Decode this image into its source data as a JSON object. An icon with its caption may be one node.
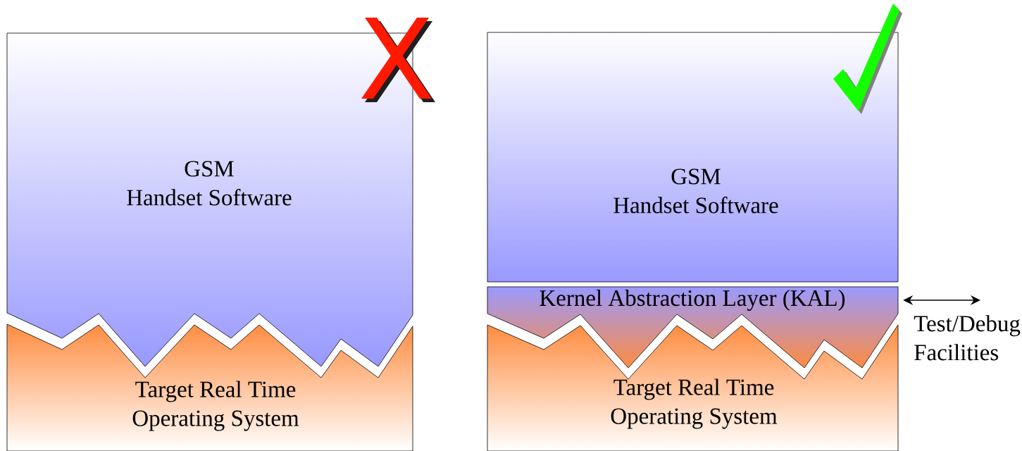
{
  "diagram": {
    "nodes": [
      {
        "text": [
          "GSM Handset Software"
        ]
      },
      {
        "text": [
          "Target Real Time Operating System"
        ]
      },
      {
        "text": [
          "GSM Handset Software"
        ]
      },
      {
        "text": [
          "Kernel Abstraction Layer (KAL)"
        ]
      },
      {
        "text": [
          "Target Real Time Operating System"
        ]
      },
      {
        "text": [
          "Test/Debug Facilities"
        ]
      }
    ],
    "edges": [
      {
        "from": 3,
        "to": 5,
        "arrow": "both"
      }
    ]
  }
}
